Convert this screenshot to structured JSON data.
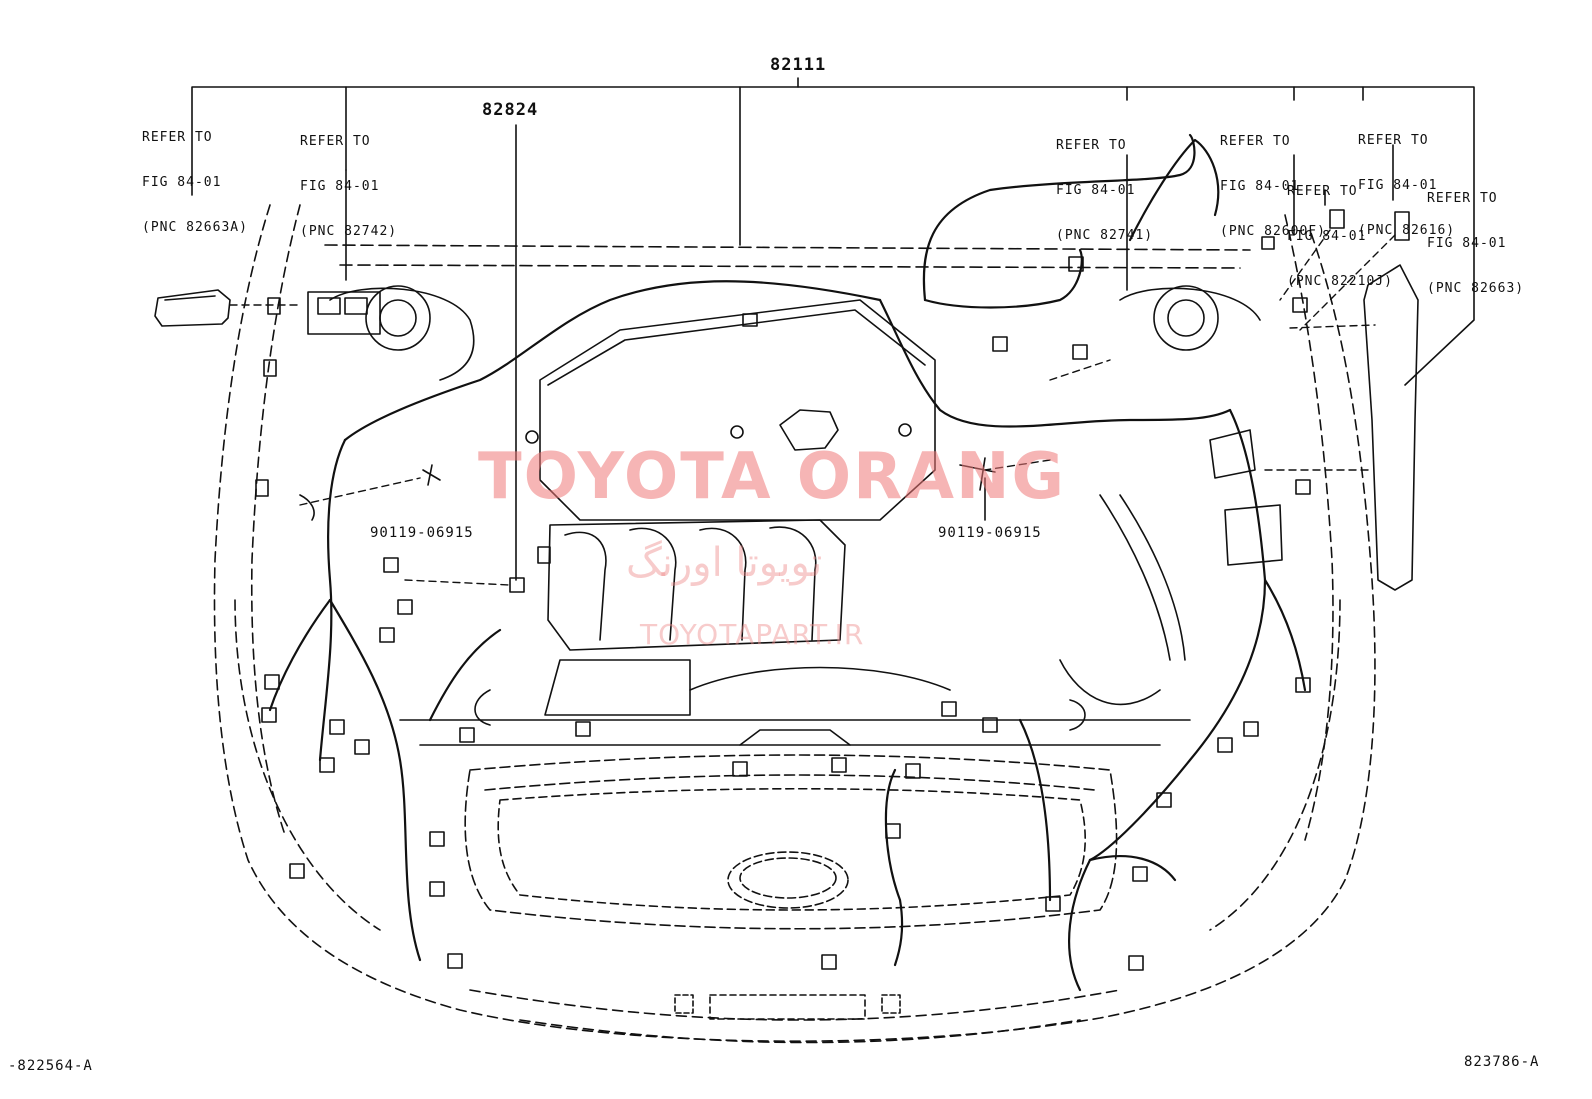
{
  "parts": {
    "harness_main": "82111",
    "harness_sub": "82824",
    "bolt_left": "90119-06915",
    "bolt_right": "90119-06915"
  },
  "references": [
    {
      "line1": "REFER TO",
      "line2": "FIG 84-01",
      "line3": "(PNC 82663A)"
    },
    {
      "line1": "REFER TO",
      "line2": "FIG 84-01",
      "line3": "(PNC 82742)"
    },
    {
      "line1": "REFER TO",
      "line2": "FIG 84-01",
      "line3": "(PNC 82741)"
    },
    {
      "line1": "REFER TO",
      "line2": "FIG 84-01",
      "line3": "(PNC 82600F)"
    },
    {
      "line1": "REFER TO",
      "line2": "FIG 84-01",
      "line3": "(PNC 82616)"
    },
    {
      "line1": "REFER TO",
      "line2": "FIG 84-01",
      "line3": "(PNC 82210J)"
    },
    {
      "line1": "REFER TO",
      "line2": "FIG 84-01",
      "line3": "(PNC 82663)"
    }
  ],
  "corner_codes": {
    "bottom_left": "-822564-A",
    "bottom_right": "823786-A"
  },
  "watermark": {
    "main": "TOYOTA ORANG",
    "persian": "تويوتا اورنگ",
    "url": "TOYOTAPART.IR"
  }
}
